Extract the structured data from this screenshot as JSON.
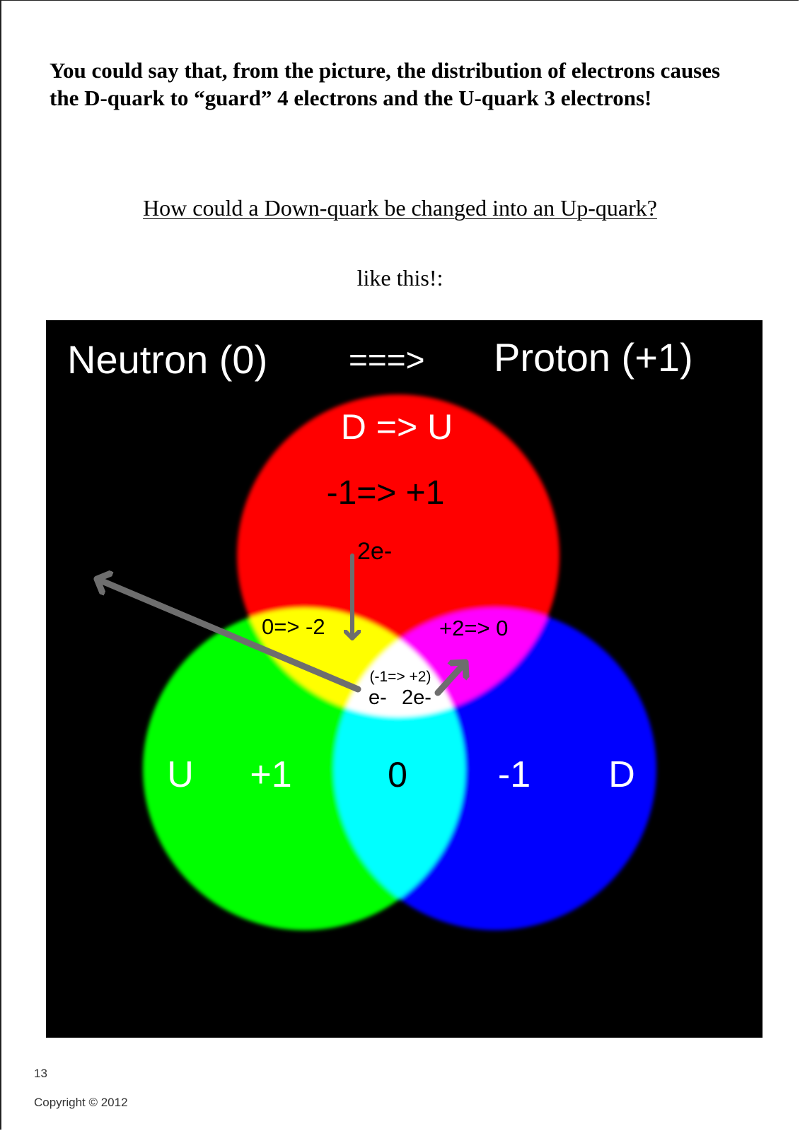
{
  "document": {
    "intro_text": "You could say that, from the picture, the distribution of electrons causes the D-quark to “guard” 4 electrons and the U-quark 3 electrons!",
    "question": "How could a Down-quark be changed into an Up-quark?",
    "lead_in": "like this!:",
    "page_number": "13",
    "copyright": "Copyright © 2012"
  },
  "diagram": {
    "heading_left": "Neutron (0)",
    "heading_arrow": "===>",
    "heading_right": "Proton (+1)",
    "red_circle": {
      "label": "D => U",
      "charge": "-1=> +1",
      "electrons": "2e-",
      "color": "#ff0000"
    },
    "green_circle": {
      "label": "U",
      "charge": "+1",
      "color": "#00ff00"
    },
    "blue_circle": {
      "label": "D",
      "charge": "-1",
      "color": "#0000ff"
    },
    "overlap_yellow": "0=> -2",
    "overlap_magenta": "+2=> 0",
    "overlap_cyan": "0",
    "center_charge": "(-1=> +2)",
    "center_electron_left": "e-",
    "center_electron_right": "2e-",
    "arrow_color": "#6e6e6e",
    "background_color": "#000000"
  }
}
